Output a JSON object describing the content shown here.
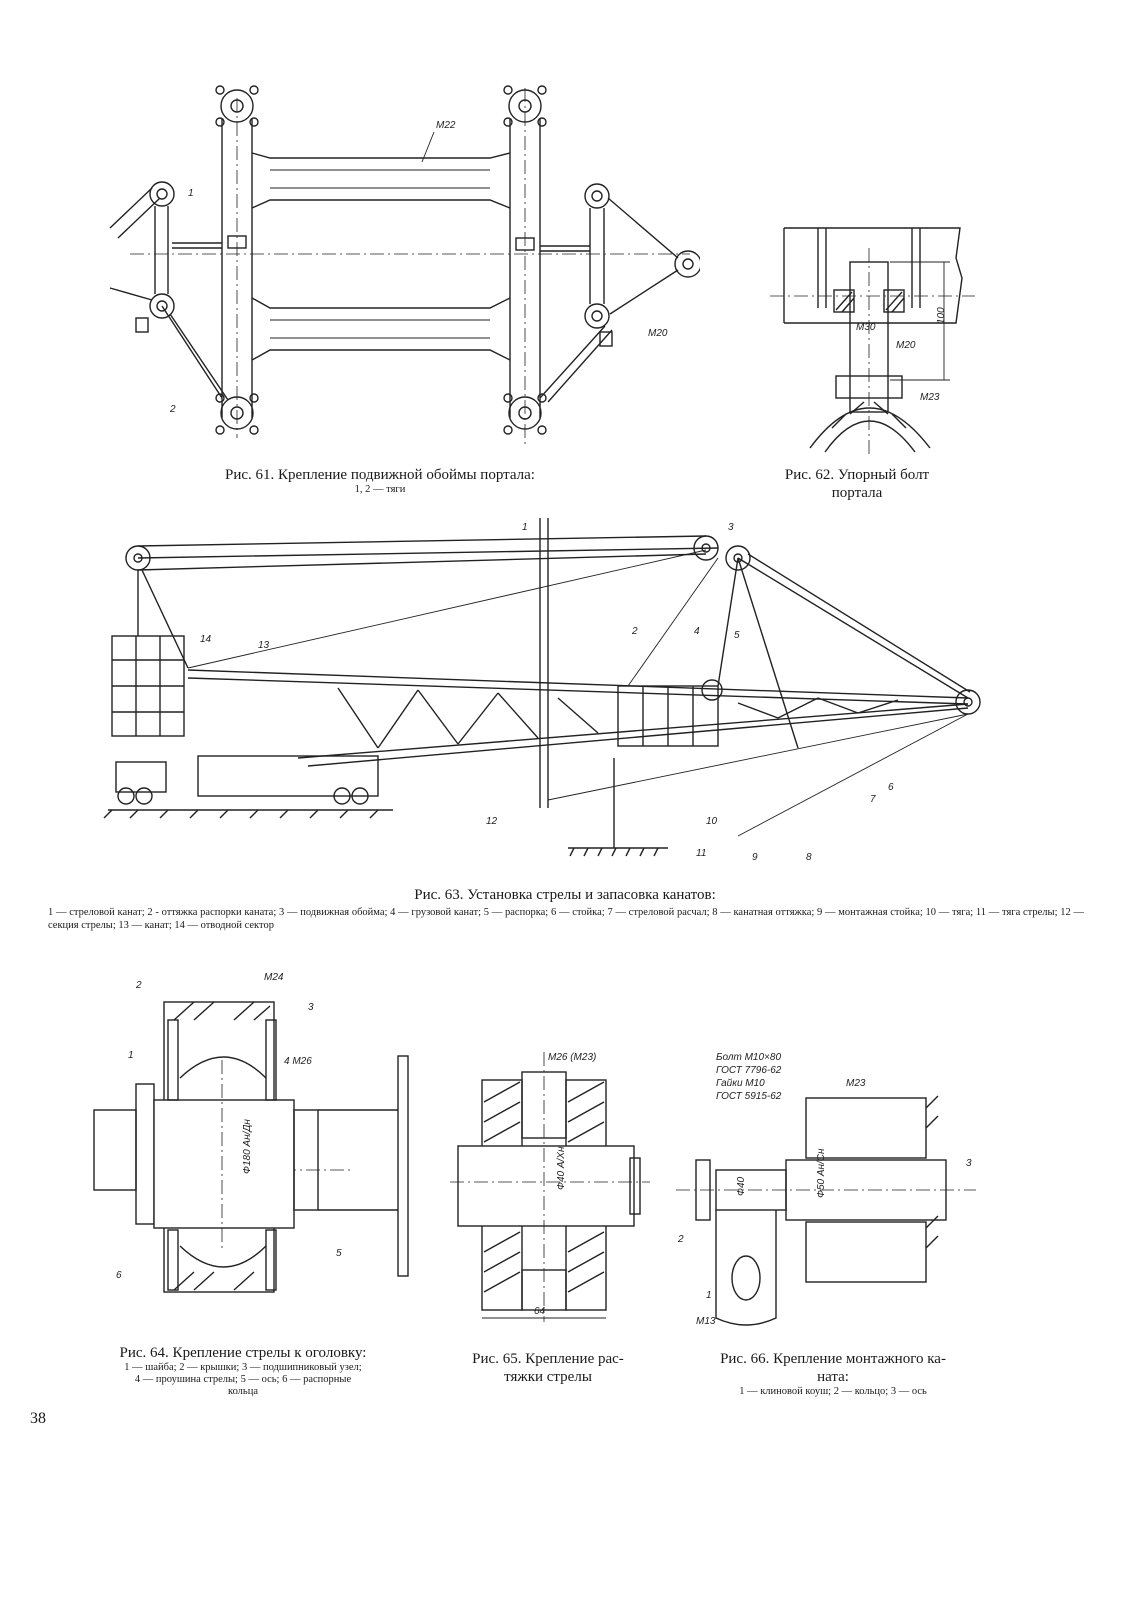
{
  "page_number": "38",
  "figures": {
    "fig61": {
      "caption": "Рис. 61. Крепление подвижной обоймы портала:",
      "legend": "1, 2 — тяги",
      "labels": [
        "М22",
        "М20",
        "1",
        "2"
      ]
    },
    "fig62": {
      "caption_line1": "Рис. 62. Упорный болт",
      "caption_line2": "портала",
      "labels": [
        "М30",
        "М20",
        "М23",
        "100"
      ]
    },
    "fig63": {
      "caption": "Рис. 63. Установка стрелы и запасовка канатов:",
      "legend": "1 — стреловой канат; 2 - оттяжка распорки каната; 3 — подвижная обойма; 4 — грузовой канат; 5 — распорка; 6 — стойка; 7 — стреловой расчал; 8 — канатная оттяжка; 9 — монтажная стойка; 10 — тяга; 11 — тяга стрелы; 12 — секция стрелы; 13 — канат; 14 — отводной сектор",
      "labels": [
        "1",
        "2",
        "3",
        "4",
        "5",
        "6",
        "7",
        "8",
        "9",
        "10",
        "11",
        "12",
        "13",
        "14"
      ]
    },
    "fig64": {
      "caption": "Рис. 64. Крепление стрелы к оголовку:",
      "legend_line1": "1 — шайба; 2 — крышки; 3 — подшипниковый узел;",
      "legend_line2": "4 — проушина стрелы; 5 — ось; 6 — распорные",
      "legend_line3": "кольца",
      "labels": [
        "М24",
        "4 М26",
        "1",
        "2",
        "3",
        "5",
        "6",
        "Ф180 Ан/Дн"
      ]
    },
    "fig65": {
      "caption_line1": "Рис. 65. Крепление рас-",
      "caption_line2": "тяжки стрелы",
      "labels": [
        "М26 (М23)",
        "Ф40 А/Хн",
        "64"
      ]
    },
    "fig66": {
      "caption_line1": "Рис. 66. Крепление монтажного ка-",
      "caption_line2": "ната:",
      "legend": "1 — клиновой коуш; 2 — кольцо; 3 — ось",
      "labels": [
        "Болт М10×80",
        "ГОСТ 7796-62",
        "Гайки М10",
        "ГОСТ 5915-62",
        "М23",
        "Ф40",
        "Ф50 Ан/Сн",
        "1",
        "2",
        "3",
        "М13"
      ]
    }
  }
}
